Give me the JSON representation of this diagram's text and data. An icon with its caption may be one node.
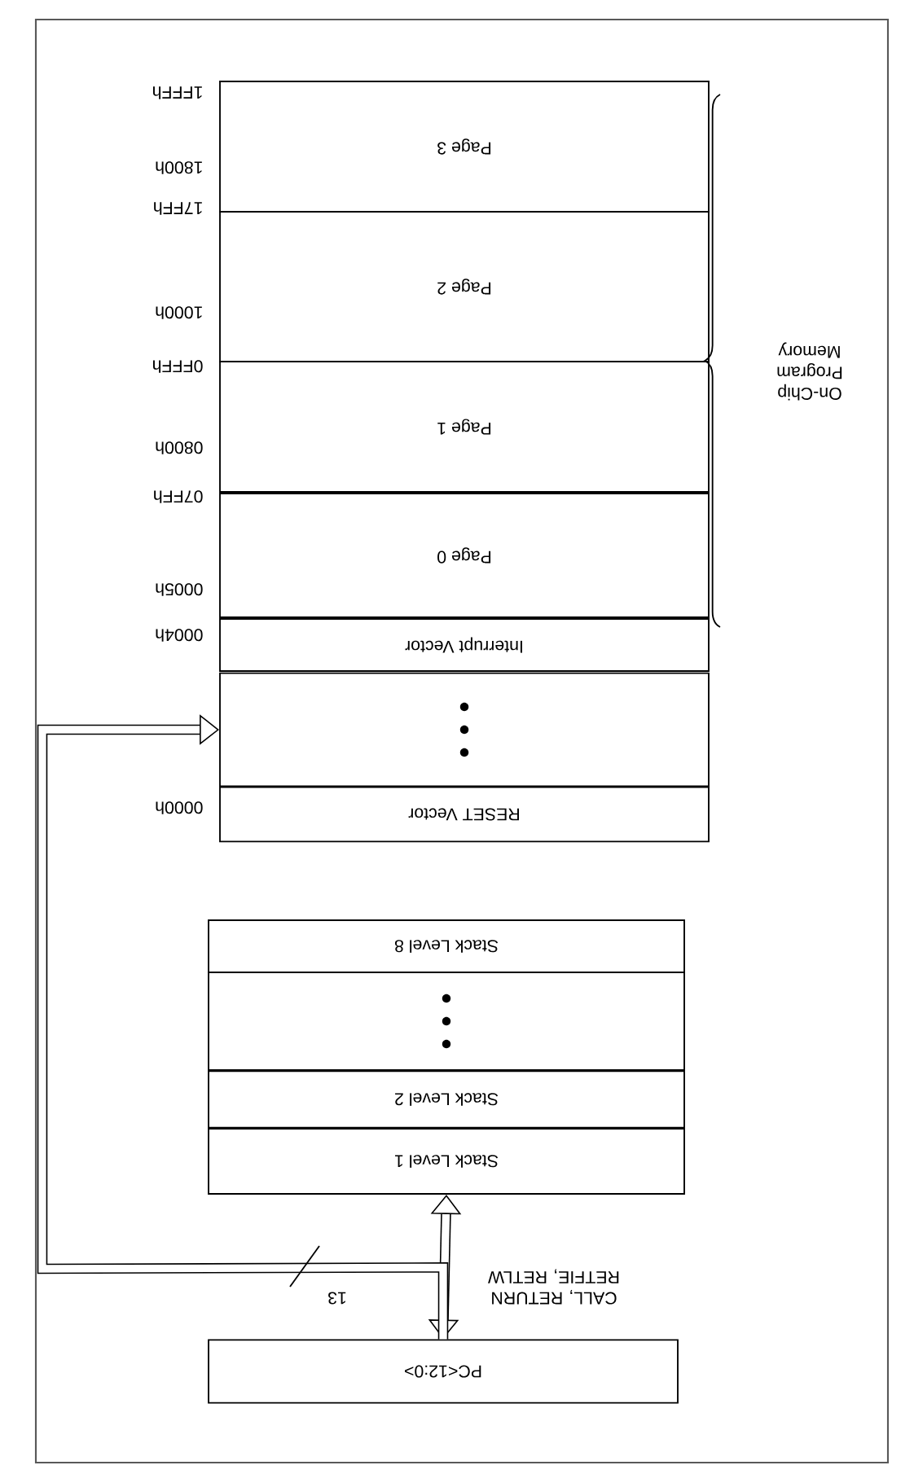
{
  "diagram": {
    "nodes": [
      {
        "text": [
          "Page 3"
        ]
      },
      {
        "text": [
          "Page 2"
        ]
      },
      {
        "text": [
          "Page 1"
        ]
      },
      {
        "text": [
          "Page 0"
        ]
      },
      {
        "text": [
          "Interrupt Vector"
        ]
      },
      {
        "text": [],
        "shape": "box"
      },
      {
        "text": [
          "RESET Vector"
        ]
      },
      {
        "text": [
          "Stack Level 8"
        ]
      },
      {
        "text": [],
        "shape": "box"
      },
      {
        "text": [
          "Stack Level 2"
        ]
      },
      {
        "text": [
          "Stack Level 1"
        ]
      },
      {
        "text": [
          "PC<12:0>"
        ]
      }
    ],
    "edges": [
      {
        "from": 11,
        "to": 10,
        "arrow": "both",
        "label": "CALL, RETURN RETFIE, RETLW"
      },
      {
        "from": 11,
        "to": 5,
        "arrow": "to",
        "label": "13"
      }
    ],
    "labels": [
      "0000h",
      "0004h",
      "0005h",
      "07FFh",
      "0800h",
      "0FFFh",
      "1000h",
      "17FFh",
      "1800h",
      "1FFFh",
      "On-Chip Program Memory"
    ]
  }
}
